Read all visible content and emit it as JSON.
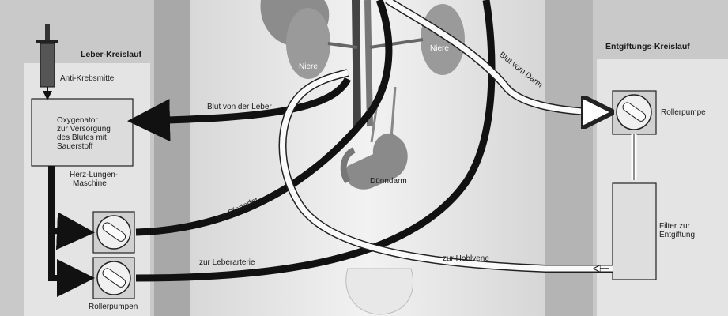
{
  "left_circuit": {
    "title": "Leber-Kreislauf",
    "drug": "Anti-Krebsmittel",
    "oxygenator": [
      "Oxygenator",
      "zur Versorgung",
      "des Blutes mit",
      "Sauerstoff"
    ],
    "machine": [
      "Herz-Lungen-",
      "Maschine"
    ],
    "pumps": "Rollerpumpen"
  },
  "right_circuit": {
    "title": "Entgiftungs-Kreislauf",
    "pump": "Rollerpumpe",
    "filter": [
      "Filter zur",
      "Entgiftung"
    ]
  },
  "organs": {
    "kidney_left": "Niere",
    "kidney_right": "Niere",
    "intestine": "Dünndarm"
  },
  "tubes": {
    "from_liver": "Blut von der Leber",
    "from_intestine": "Blut vom Darm",
    "to_portal_vein": "zur Pfortader",
    "to_hepatic_artery": "zur Leberarterie",
    "to_vena_cava": "zur Hohlvene"
  }
}
